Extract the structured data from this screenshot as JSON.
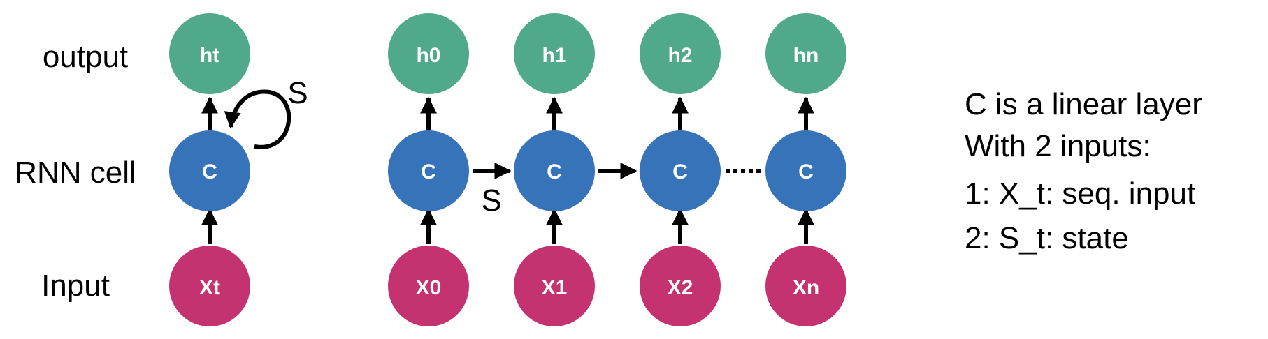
{
  "rows": {
    "output": "output",
    "cell": "RNN cell",
    "input": "Input"
  },
  "folded": {
    "output": "ht",
    "cell": "C",
    "input": "Xt",
    "loop_label": "S"
  },
  "unrolled": {
    "outputs": [
      "h0",
      "h1",
      "h2",
      "hn"
    ],
    "cells": [
      "C",
      "C",
      "C",
      "C"
    ],
    "inputs": [
      "X0",
      "X1",
      "X2",
      "Xn"
    ],
    "state_label": "S"
  },
  "notes": [
    "C is a linear layer",
    "With 2 inputs:",
    "1: X_t: seq. input",
    "2: S_t: state"
  ],
  "colors": {
    "output": "#4fa98a",
    "cell": "#3673b8",
    "input": "#c4336f",
    "arrow": "#000000"
  }
}
